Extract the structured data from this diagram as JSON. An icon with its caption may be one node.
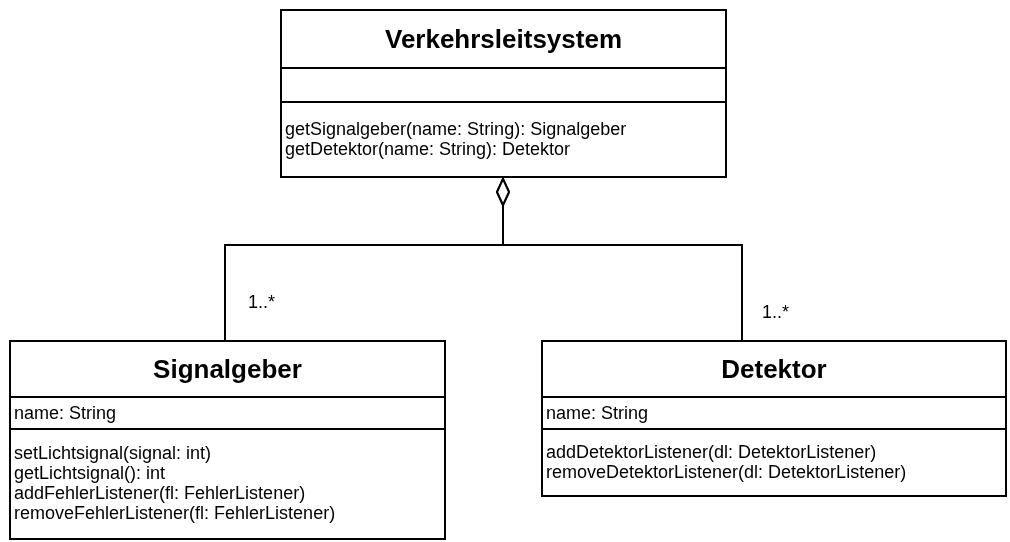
{
  "diagram": {
    "nodes": [
      {
        "text": [
          "Verkehrsleitsystem",
          "getSignalgeber(name: String): Signalgeber",
          "getDetektor(name: String): Detektor"
        ]
      },
      {
        "text": [
          "Signalgeber",
          "name: String",
          "setLichtsignal(signal: int)",
          "getLichtsignal(): int",
          "addFehlerListener(fl: FehlerListener)",
          "removeFehlerListener(fl: FehlerListener)"
        ]
      },
      {
        "text": [
          "Detektor",
          "name: String",
          "addDetektorListener(dl: DetektorListener)",
          "removeDetektorListener(dl: DetektorListener)"
        ]
      }
    ],
    "edges": [
      {
        "from": 1,
        "to": 0,
        "arrow": "other",
        "label": "1..*"
      },
      {
        "from": 2,
        "to": 0,
        "arrow": "other",
        "label": "1..*"
      }
    ]
  }
}
